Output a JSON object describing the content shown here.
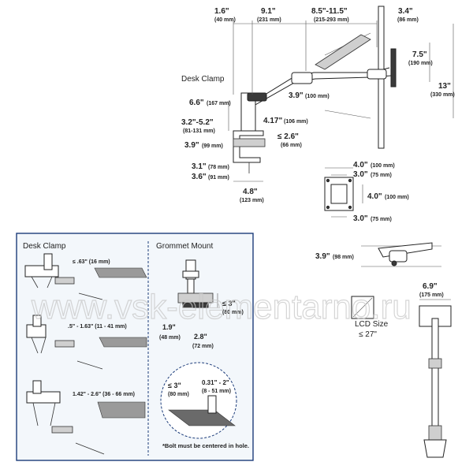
{
  "main_diagram": {
    "title_desk_clamp": "Desk Clamp",
    "top_dims": [
      {
        "val": "1.6\"",
        "mm": "(40 mm)"
      },
      {
        "val": "9.1\"",
        "mm": "(231 mm)"
      },
      {
        "val": "8.5\"-11.5\"",
        "mm": "(215-293 mm)"
      },
      {
        "val": "3.4\"",
        "mm": "(86 mm)"
      }
    ],
    "right_dims": [
      {
        "val": "7.5\"",
        "mm": "(190 mm)"
      },
      {
        "val": "13\"",
        "mm": "(330 mm)"
      }
    ],
    "left_dims": [
      {
        "val": "6.6\"",
        "mm": "(167 mm)"
      },
      {
        "val": "3.2\"-5.2\"",
        "mm": "(81-131 mm)"
      },
      {
        "val": "3.9\"",
        "mm": "(99 mm)"
      },
      {
        "val": "3.1\"",
        "mm": "(78 mm)"
      },
      {
        "val": "3.6\"",
        "mm": "(91 mm)"
      }
    ],
    "inner_dims": [
      {
        "val": "3.9\"",
        "mm": "(100 mm)"
      },
      {
        "val": "4.17\"",
        "mm": "(106 mm)"
      },
      {
        "val": "≤ 2.6\"",
        "mm": "(66 mm)"
      }
    ],
    "base_width": {
      "val": "4.8\"",
      "mm": "(123 mm)"
    }
  },
  "vesa": {
    "top_outer": {
      "val": "4.0\"",
      "mm": "(100 mm)"
    },
    "top_inner": {
      "val": "3.0\"",
      "mm": "(75 mm)"
    },
    "right": {
      "val": "4.0\"",
      "mm": "(100 mm)"
    },
    "bottom": {
      "val": "3.0\"",
      "mm": "(75 mm)"
    }
  },
  "side_view": {
    "val": "3.9\"",
    "mm": "(98 mm)"
  },
  "front_view": {
    "width": {
      "val": "6.9\"",
      "mm": "(175 mm)"
    },
    "lcd_label": "LCD Size",
    "lcd_value": "≤ 27\""
  },
  "install_panel": {
    "desk_clamp_title": "Desk Clamp",
    "grommet_title": "Grommet Mount",
    "clamp_ranges": [
      "≤ .63\" (16 mm)",
      ".5\" - 1.63\" (11 - 41 mm)",
      "1.42\" - 2.6\" (36 - 66 mm)"
    ],
    "grommet_dims": {
      "thick": {
        "val": "≤ 3\"",
        "mm": "(80 mm)"
      },
      "left": {
        "val": "1.9\"",
        "mm": "(48 mm)"
      },
      "base": {
        "val": "2.8\"",
        "mm": "(72 mm)"
      }
    },
    "hole_dims": {
      "thick": {
        "val": "≤ 3\"",
        "mm": "(80 mm)"
      },
      "hole": {
        "val": "0.31\" - 2\"",
        "mm": "(8 - 51 mm)"
      }
    },
    "note": "*Bolt must be centered in hole."
  },
  "watermark": "www.vsk-elementarno.ru"
}
